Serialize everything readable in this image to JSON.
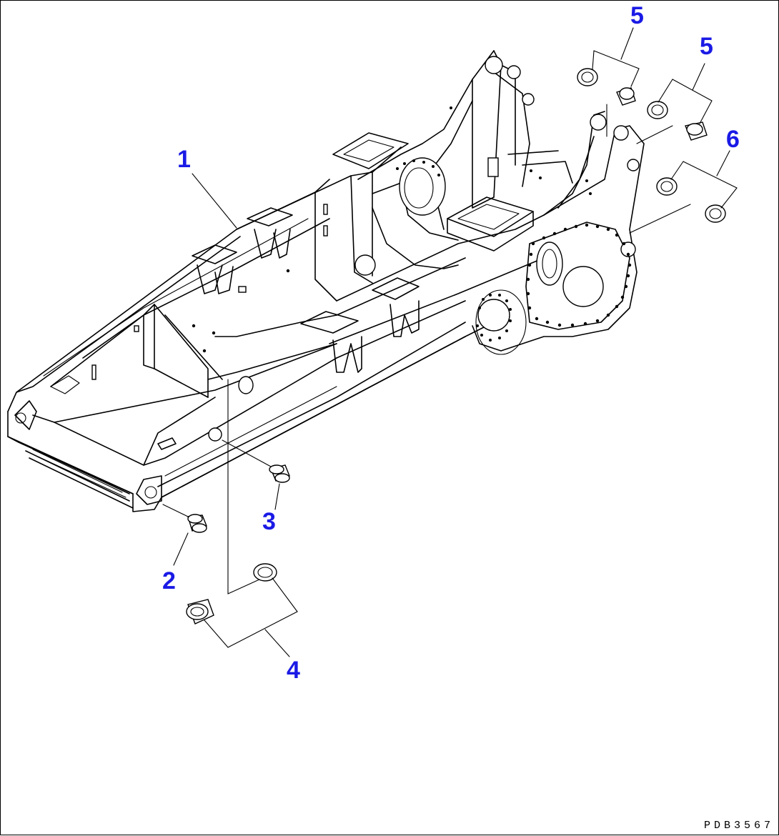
{
  "diagram": {
    "callouts": {
      "p1": "1",
      "p2": "2",
      "p3": "3",
      "p4": "4",
      "p5a": "5",
      "p5b": "5",
      "p6": "6"
    },
    "document_number": "PDB3567",
    "callout_color": "#1a1ae6",
    "line_color": "#000000"
  }
}
